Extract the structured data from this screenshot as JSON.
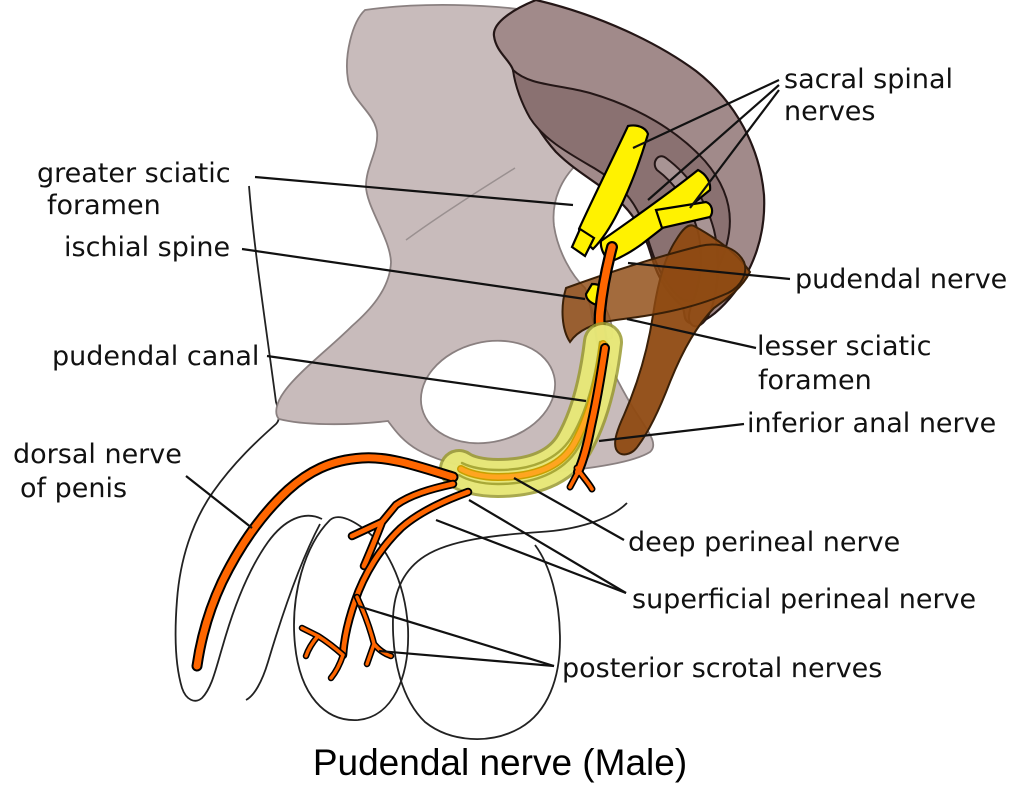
{
  "title": "Pudendal nerve (Male)",
  "labels": {
    "sacral_line1": "sacral spinal",
    "sacral_line2": "nerves",
    "greater_line1": "greater sciatic",
    "greater_line2": "foramen",
    "ischial_spine": "ischial spine",
    "pudendal_nerve": "pudendal nerve",
    "lesser_line1": "lesser sciatic",
    "lesser_line2": "foramen",
    "inferior_anal": "inferior anal nerve",
    "pudendal_canal": "pudendal canal",
    "dorsal_line1": "dorsal nerve",
    "dorsal_line2": "of penis",
    "deep_perineal": "deep perineal nerve",
    "superficial_perineal": "superficial perineal nerve",
    "posterior_scrotal": "posterior scrotal nerves"
  },
  "colors": {
    "bone_light": "#C8BBBB",
    "bone_stroke": "#8A8080",
    "sacrum_band": "#A18A8A",
    "sacrum_dark": "#8A7171",
    "coccyx": "#A89494",
    "nerve_yellow": "#FFF200",
    "nerve_orange": "#FF6600",
    "canal_yellow": "#EDED7E",
    "canal_edge": "#9A9A30",
    "canal_inner_orange": "#FFA520",
    "ligament_brown": "#8F4A12",
    "leader_black": "#111111"
  }
}
